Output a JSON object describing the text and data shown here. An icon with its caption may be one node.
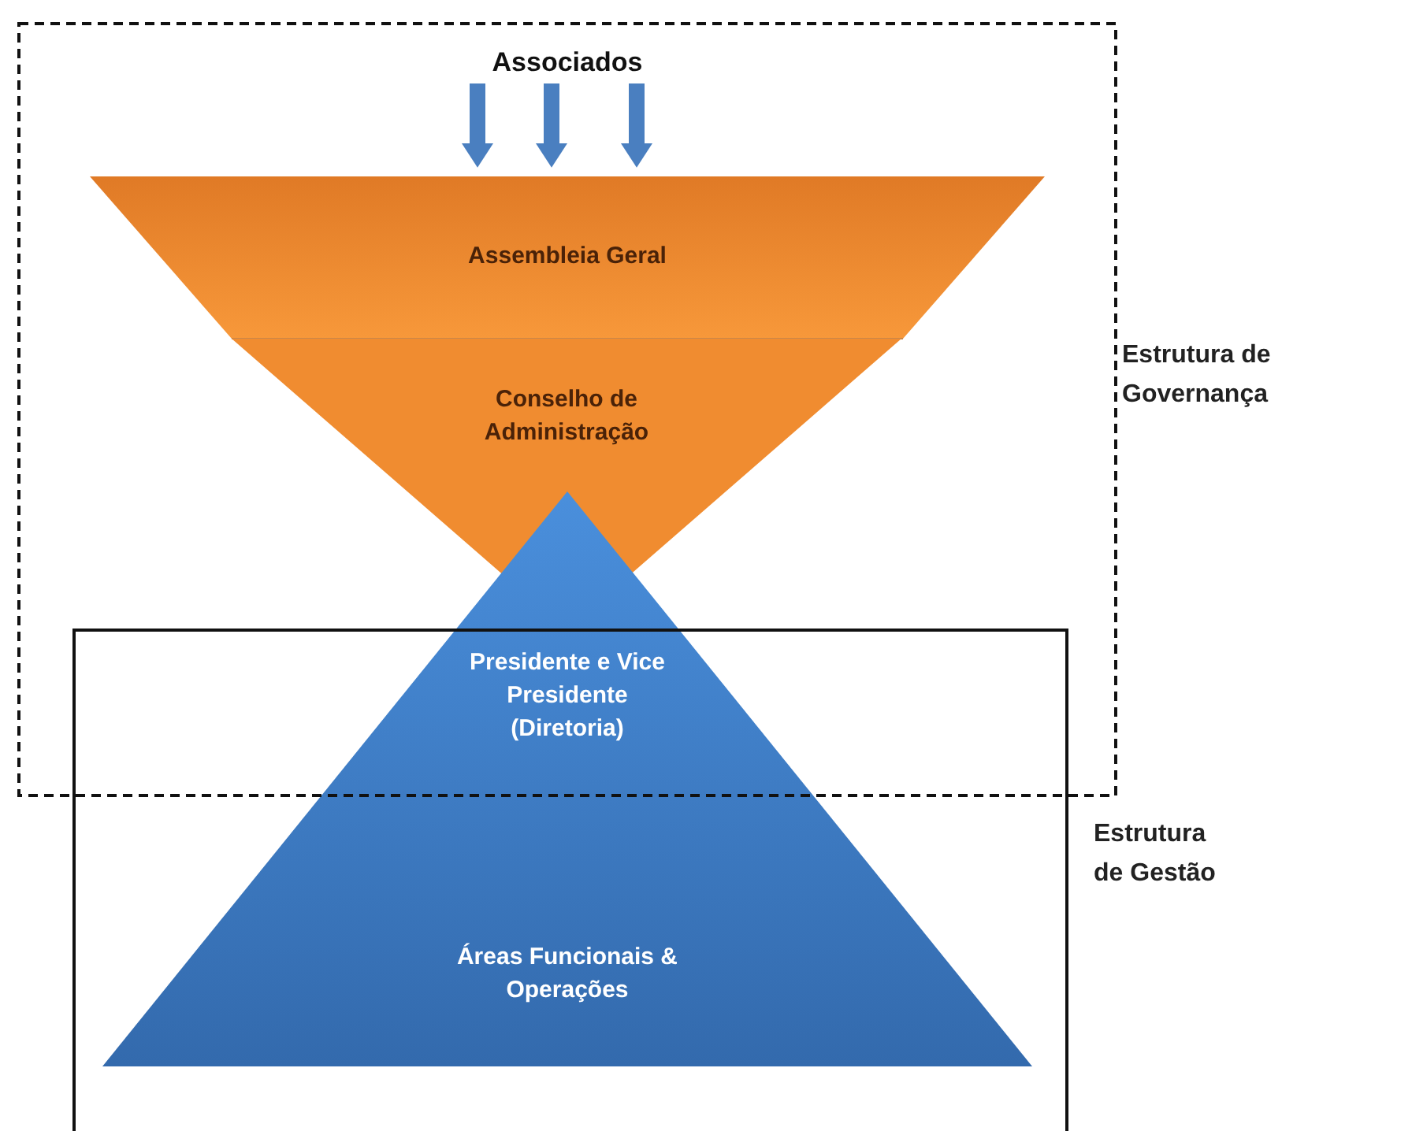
{
  "diagram": {
    "nodes": [
      {
        "text": [
          "Associados"
        ]
      },
      {
        "text": [
          "Assembleia Geral"
        ]
      },
      {
        "text": [
          "Conselho de Administração"
        ]
      },
      {
        "text": [
          "Presidente e Vice Presidente (Diretoria)",
          "Áreas Funcionais & Operações"
        ]
      }
    ],
    "edges": [
      {
        "from": 0,
        "to": 1,
        "arrow": "to"
      },
      {
        "from": 0,
        "to": 1,
        "arrow": "to"
      },
      {
        "from": 0,
        "to": 1,
        "arrow": "to"
      }
    ],
    "labels": [
      "Estrutura de Governança",
      "Estrutura de Gestão"
    ]
  }
}
